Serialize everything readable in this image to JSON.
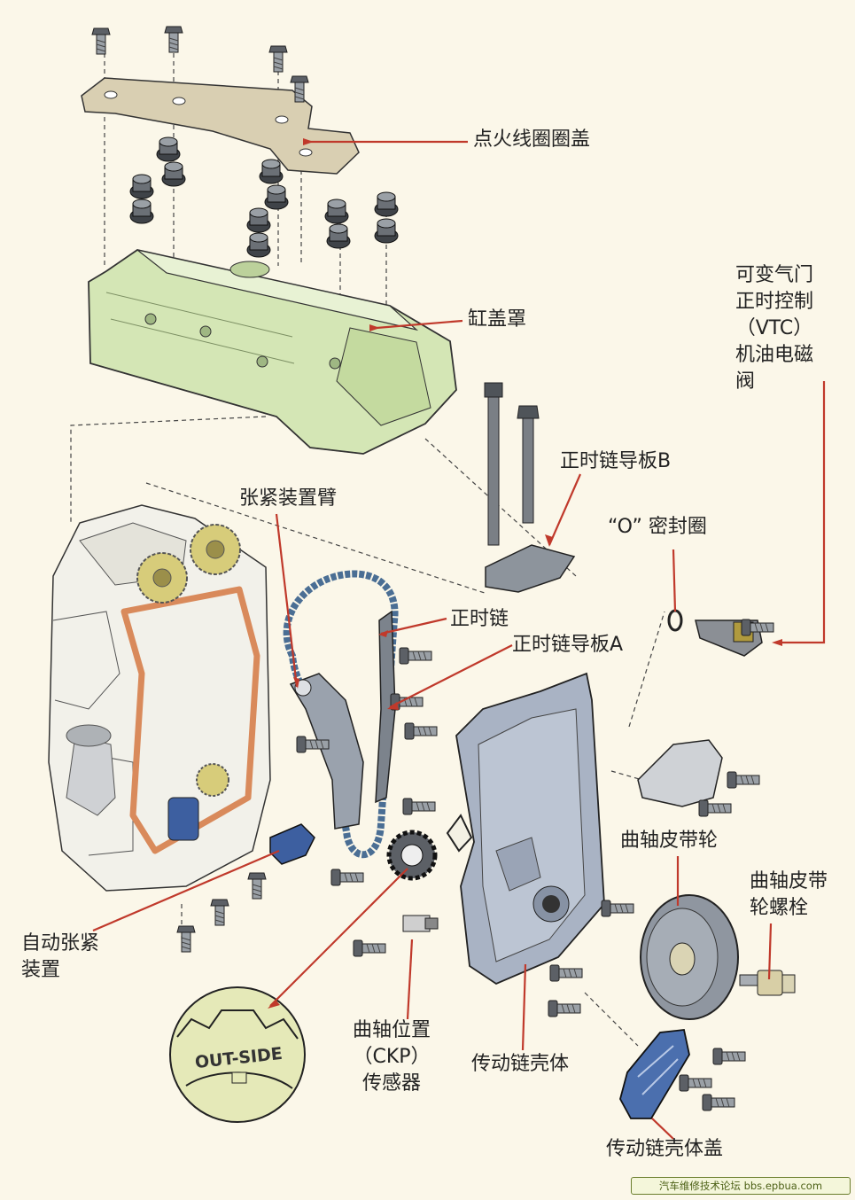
{
  "labels": {
    "ignition_coil_cover": "点火线圈圈盖",
    "cylinder_head_cover": "缸盖罩",
    "vtc_line1": "可变气门",
    "vtc_line2": "正时控制",
    "vtc_line3": "（VTC）",
    "vtc_line4": "机油电磁",
    "vtc_line5": "阀",
    "chain_guide_b": "正时链导板B",
    "tensioner_arm": "张紧装置臂",
    "o_ring": "“O” 密封圈",
    "timing_chain": "正时链",
    "chain_guide_a": "正时链导板A",
    "crank_pulley": "曲轴皮带轮",
    "crank_bolt_line1": "曲轴皮带",
    "crank_bolt_line2": "轮螺栓",
    "auto_tensioner_line1": "自动张紧",
    "auto_tensioner_line2": "装置",
    "ckp_line1": "曲轴位置",
    "ckp_line2": "（CKP）",
    "ckp_line3": "传感器",
    "chain_case": "传动链壳体",
    "chain_case_cover": "传动链壳体盖",
    "out_side": "OUT-SIDE"
  },
  "watermark": "汽车维修技术论坛 bbs.epbua.com",
  "colors": {
    "background": "#fbf7e9",
    "leader": "#c0392b",
    "head_cover": "#d4e6b5",
    "gasket": "#d98a5b",
    "case": "#a9b3c4",
    "metal": "#8b8f95",
    "chain": "#4a6e94",
    "closeup": "#e5e9b8"
  }
}
